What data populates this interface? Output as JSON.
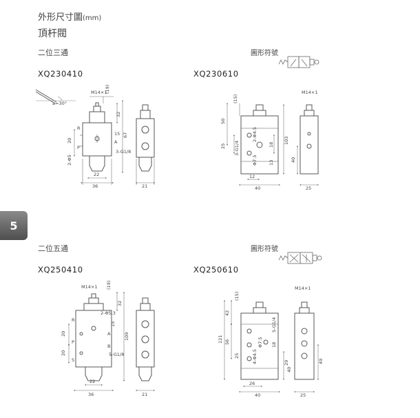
{
  "page": {
    "title_main": "外形尺寸圖",
    "title_unit": "(mm)",
    "subtitle": "頂杆閥",
    "tab_number": "5"
  },
  "section_3way": {
    "label": "二位三通",
    "symbol_label": "圖形符號",
    "models": [
      "XQ230410",
      "XQ230610"
    ]
  },
  "section_5way": {
    "label": "二位五通",
    "symbol_label": "圖形符號",
    "models": [
      "XQ250410",
      "XQ250610"
    ]
  },
  "dims": {
    "d1": {
      "m14": "M14×1",
      "angle": "a=30°",
      "r": "R",
      "a": "A",
      "p": "P",
      "h20": "20",
      "hole": "2-Φ5",
      "port": "3-G1/8",
      "w22": "22",
      "w36": "36",
      "w21": "21",
      "h32": "32",
      "h67": "67",
      "h15": "15",
      "h19": "(19)"
    },
    "d2": {
      "m14": "M14×1",
      "h50": "50",
      "h25": "25",
      "port": "3-G1/4",
      "hole": "2-Φ4.5",
      "h7": "Φ7.5",
      "h18": "18",
      "h103": "103",
      "h13": "13",
      "w12": "12",
      "w40": "40",
      "w25": "25",
      "h40": "40",
      "h15": "(15)"
    },
    "d3": {
      "m14": "M14×1",
      "r": "R",
      "p": "P",
      "s": "S",
      "a": "A",
      "b": "B",
      "hole": "2-Φ5.3",
      "port": "5-G1/8",
      "h20a": "20",
      "h20b": "20",
      "h32": "32",
      "h109": "109",
      "h15": "15",
      "h19": "(19)",
      "w22": "22",
      "w36": "36",
      "w21": "21"
    },
    "d4": {
      "m14": "M14×1",
      "h42": "42",
      "h121": "121",
      "h56": "56",
      "h25": "25",
      "port": "5-G1/4",
      "hole": "4-Φ4.5",
      "h7": "Φ7.5",
      "h18": "18",
      "h29": "29",
      "h40": "40",
      "h49": "49",
      "w26": "26",
      "w40": "40",
      "w25": "25",
      "h15": "(15)"
    }
  },
  "colors": {
    "line": "#555555",
    "dim": "#777777",
    "tab": "#5a5a5a"
  }
}
